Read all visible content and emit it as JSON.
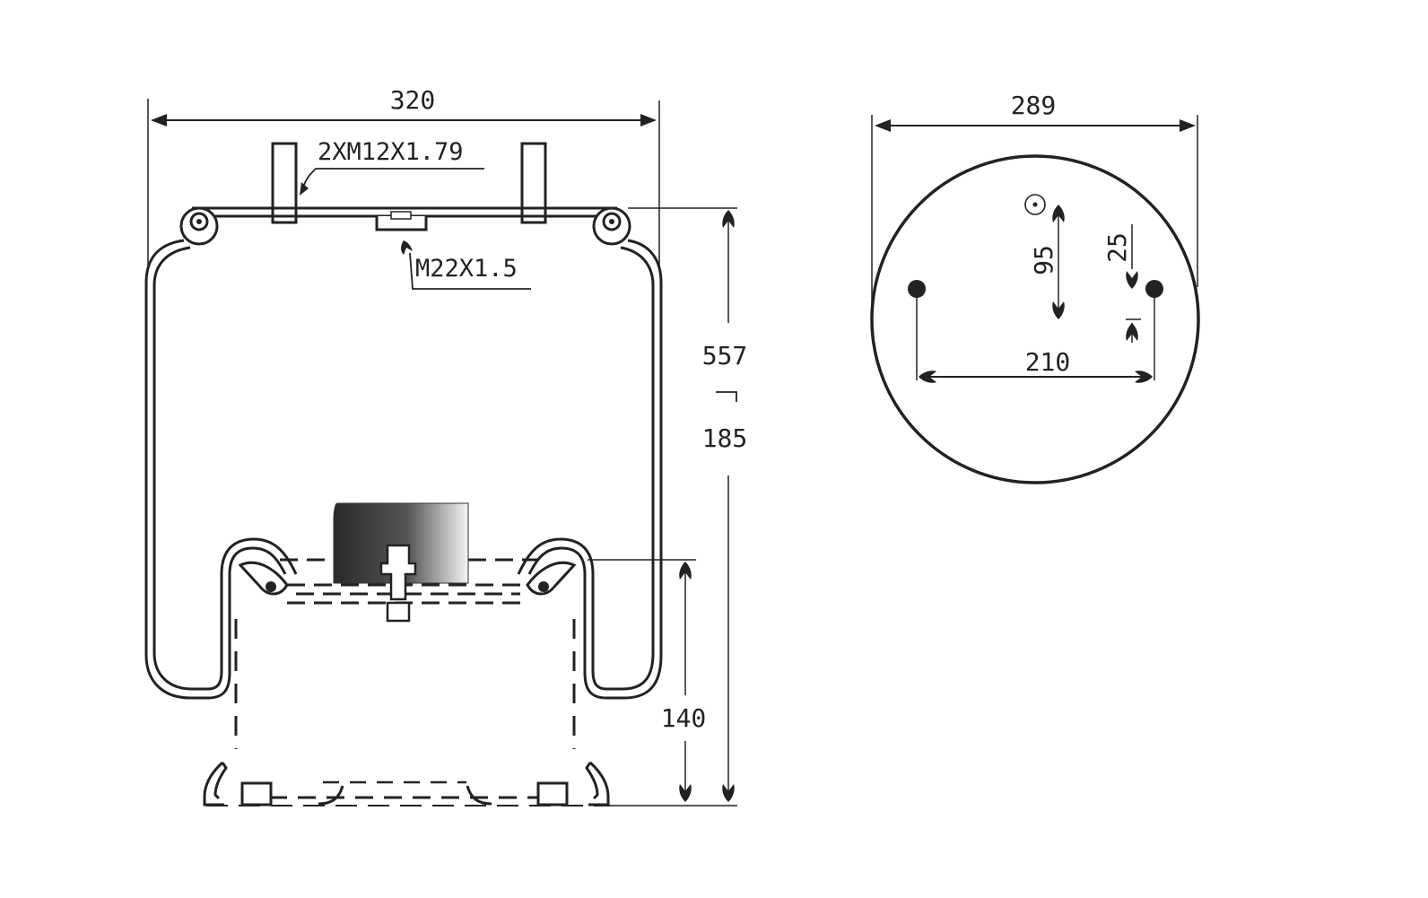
{
  "side_view": {
    "width_label": "320",
    "thread_top_label": "2XM12X1.79",
    "air_port_label": "M22X1.5",
    "max_height_label": "557",
    "min_height_label": "185",
    "piston_height_label": "140"
  },
  "top_view": {
    "diameter_label": "289",
    "bolt_spacing_label": "210",
    "port_offset_label": "95",
    "bolt_offset_label": "25"
  },
  "colors": {
    "ink": "#222222",
    "background": "#ffffff"
  }
}
